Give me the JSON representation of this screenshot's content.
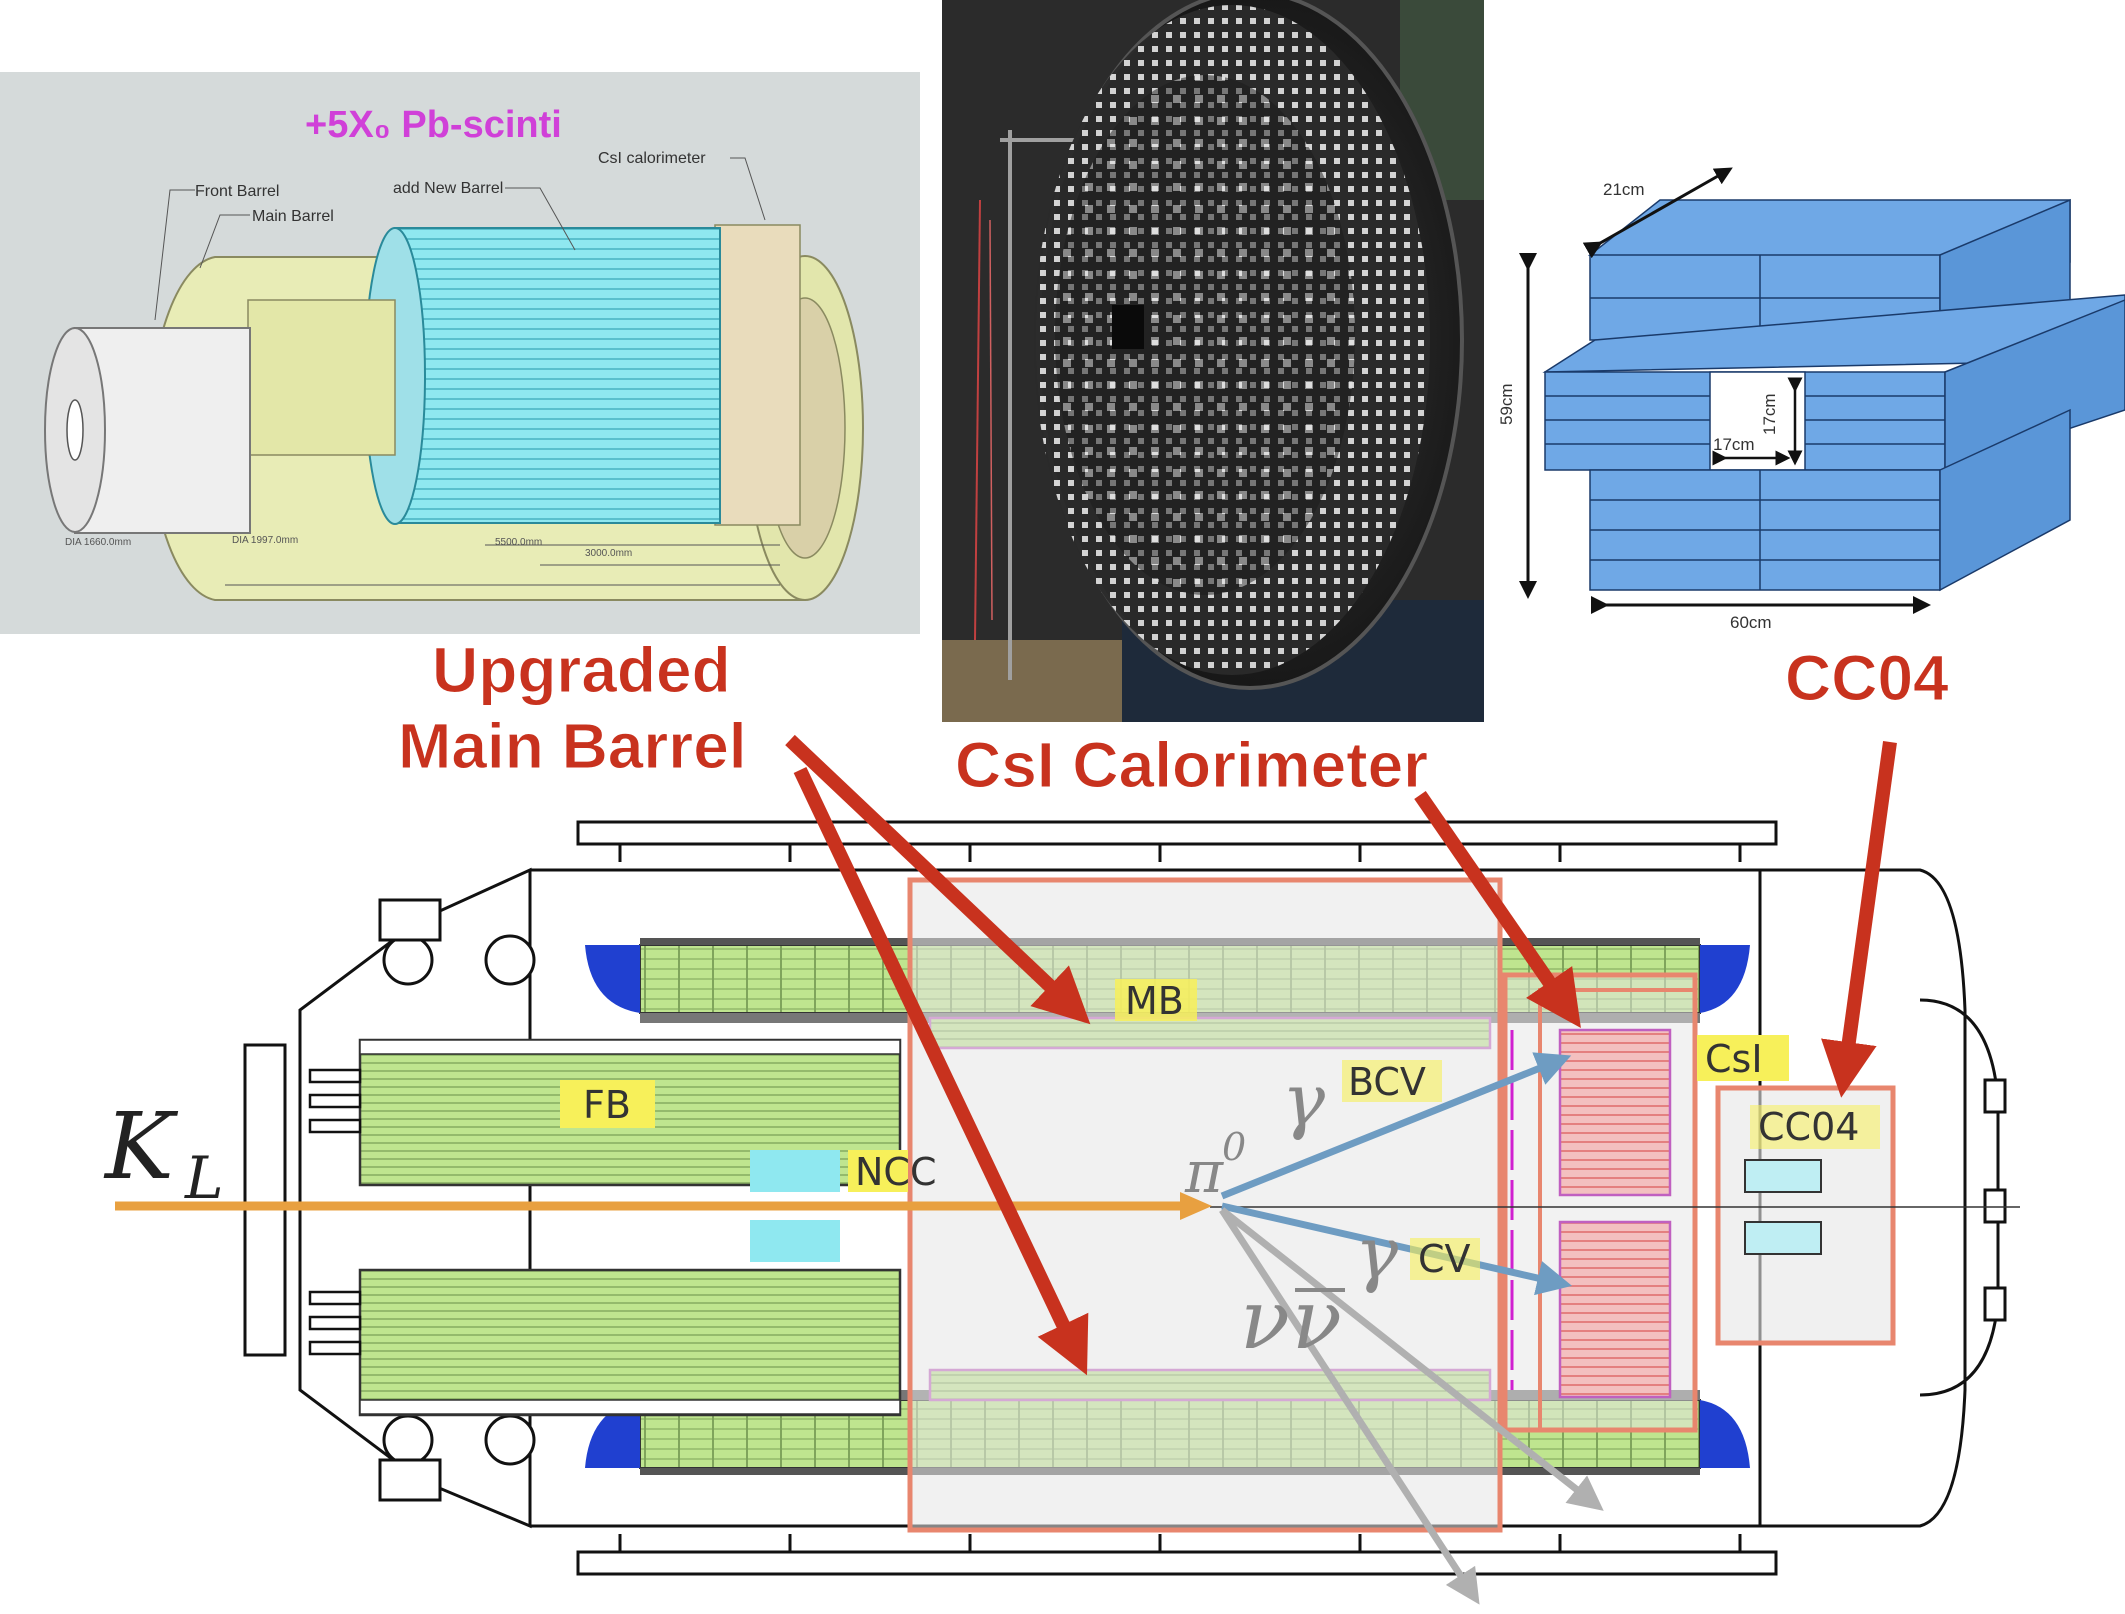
{
  "cad_panel": {
    "heading": "+5X₀ Pb-scinti",
    "labels": {
      "front_barrel": "Front Barrel",
      "main_barrel": "Main Barrel",
      "add_new_barrel": "add New Barrel",
      "csi_calorimeter": "CsI calorimeter",
      "dia1": "DIA  1660.0mm",
      "dia2": "DIA  1997.0mm",
      "len1": "5500.0mm",
      "len2": "3000.0mm"
    }
  },
  "cc04_panel": {
    "dims": {
      "depth": "21cm",
      "height": "59cm",
      "width": "60cm",
      "hole_h": "17cm",
      "hole_w": "17cm"
    }
  },
  "callouts": {
    "upgraded_line1": "Upgraded",
    "upgraded_line2": "Main Barrel",
    "csi": "CsI Calorimeter",
    "cc04": "CC04"
  },
  "detector": {
    "tags": {
      "mb": "MB",
      "fb": "FB",
      "ncc": "NCC",
      "csi": "CsI",
      "cc04": "CC04",
      "bcv": "BCV",
      "cv": "CV"
    },
    "math": {
      "kl_base": "K",
      "kl_sub": "L",
      "pi_base": "π",
      "pi_sup": "0",
      "gamma": "γ",
      "nu": "ν",
      "nubar": "ν"
    }
  },
  "colors": {
    "callout_red": "#c8321e",
    "beam_orange": "#e8a040",
    "barrel_green": "#bfe58f",
    "blue_block": "#6fa8e6",
    "cyan_module": "#8fe8f0",
    "tag_yellow": "#f7f05a",
    "highlight_box": "#e8866e"
  }
}
